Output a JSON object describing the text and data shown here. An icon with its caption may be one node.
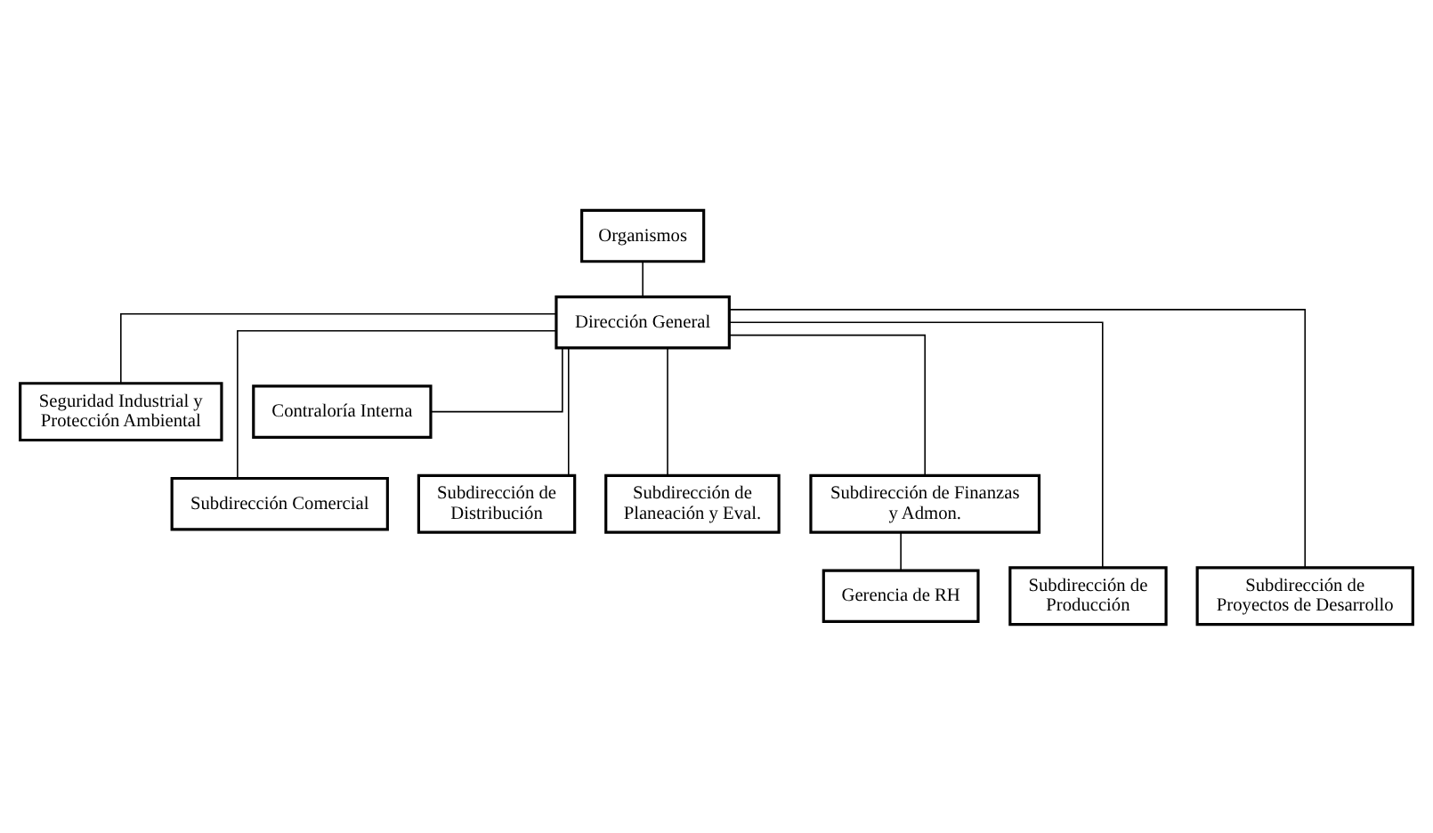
{
  "diagram": {
    "nodes": [
      {
        "text": [
          "Organismos"
        ]
      },
      {
        "text": [
          "Dirección General"
        ]
      },
      {
        "text": [
          "Seguridad Industrial y Protección Ambiental"
        ]
      },
      {
        "text": [
          "Contraloría Interna"
        ]
      },
      {
        "text": [
          "Subdirección Comercial"
        ]
      },
      {
        "text": [
          "Subdirección de Distribución"
        ]
      },
      {
        "text": [
          "Subdirección de Planeación y Eval."
        ]
      },
      {
        "text": [
          "Subdirección de Finanzas y Admon."
        ]
      },
      {
        "text": [
          "Gerencia de RH"
        ]
      },
      {
        "text": [
          "Subdirección de Producción"
        ]
      },
      {
        "text": [
          "Subdirección de Proyectos de Desarrollo"
        ]
      }
    ],
    "edges": [
      {
        "from": 0,
        "to": 1,
        "arrow": "none"
      },
      {
        "from": 1,
        "to": 2,
        "arrow": "none"
      },
      {
        "from": 1,
        "to": 3,
        "arrow": "none"
      },
      {
        "from": 1,
        "to": 4,
        "arrow": "none"
      },
      {
        "from": 1,
        "to": 5,
        "arrow": "none"
      },
      {
        "from": 1,
        "to": 6,
        "arrow": "none"
      },
      {
        "from": 1,
        "to": 7,
        "arrow": "none"
      },
      {
        "from": 7,
        "to": 8,
        "arrow": "none"
      },
      {
        "from": 1,
        "to": 9,
        "arrow": "none"
      },
      {
        "from": 1,
        "to": 10,
        "arrow": "none"
      }
    ]
  }
}
